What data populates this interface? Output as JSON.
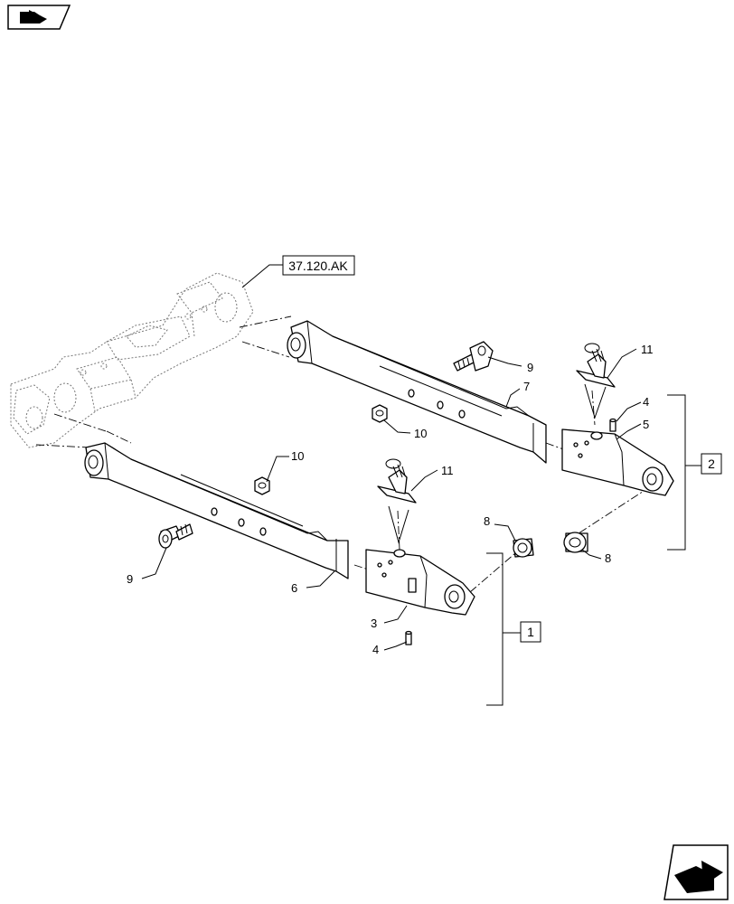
{
  "reference": {
    "label": "37.120.AK"
  },
  "callouts": {
    "c1": "1",
    "c2": "2",
    "p3": "3",
    "p4a": "4",
    "p4b": "4",
    "p5": "5",
    "p6": "6",
    "p7": "7",
    "p8a": "8",
    "p8b": "8",
    "p9a": "9",
    "p9b": "9",
    "p10a": "10",
    "p10b": "10",
    "p11a": "11",
    "p11b": "11"
  },
  "icons": {
    "top_left": "navigate-back-icon",
    "bottom_right": "navigate-forward-icon"
  }
}
